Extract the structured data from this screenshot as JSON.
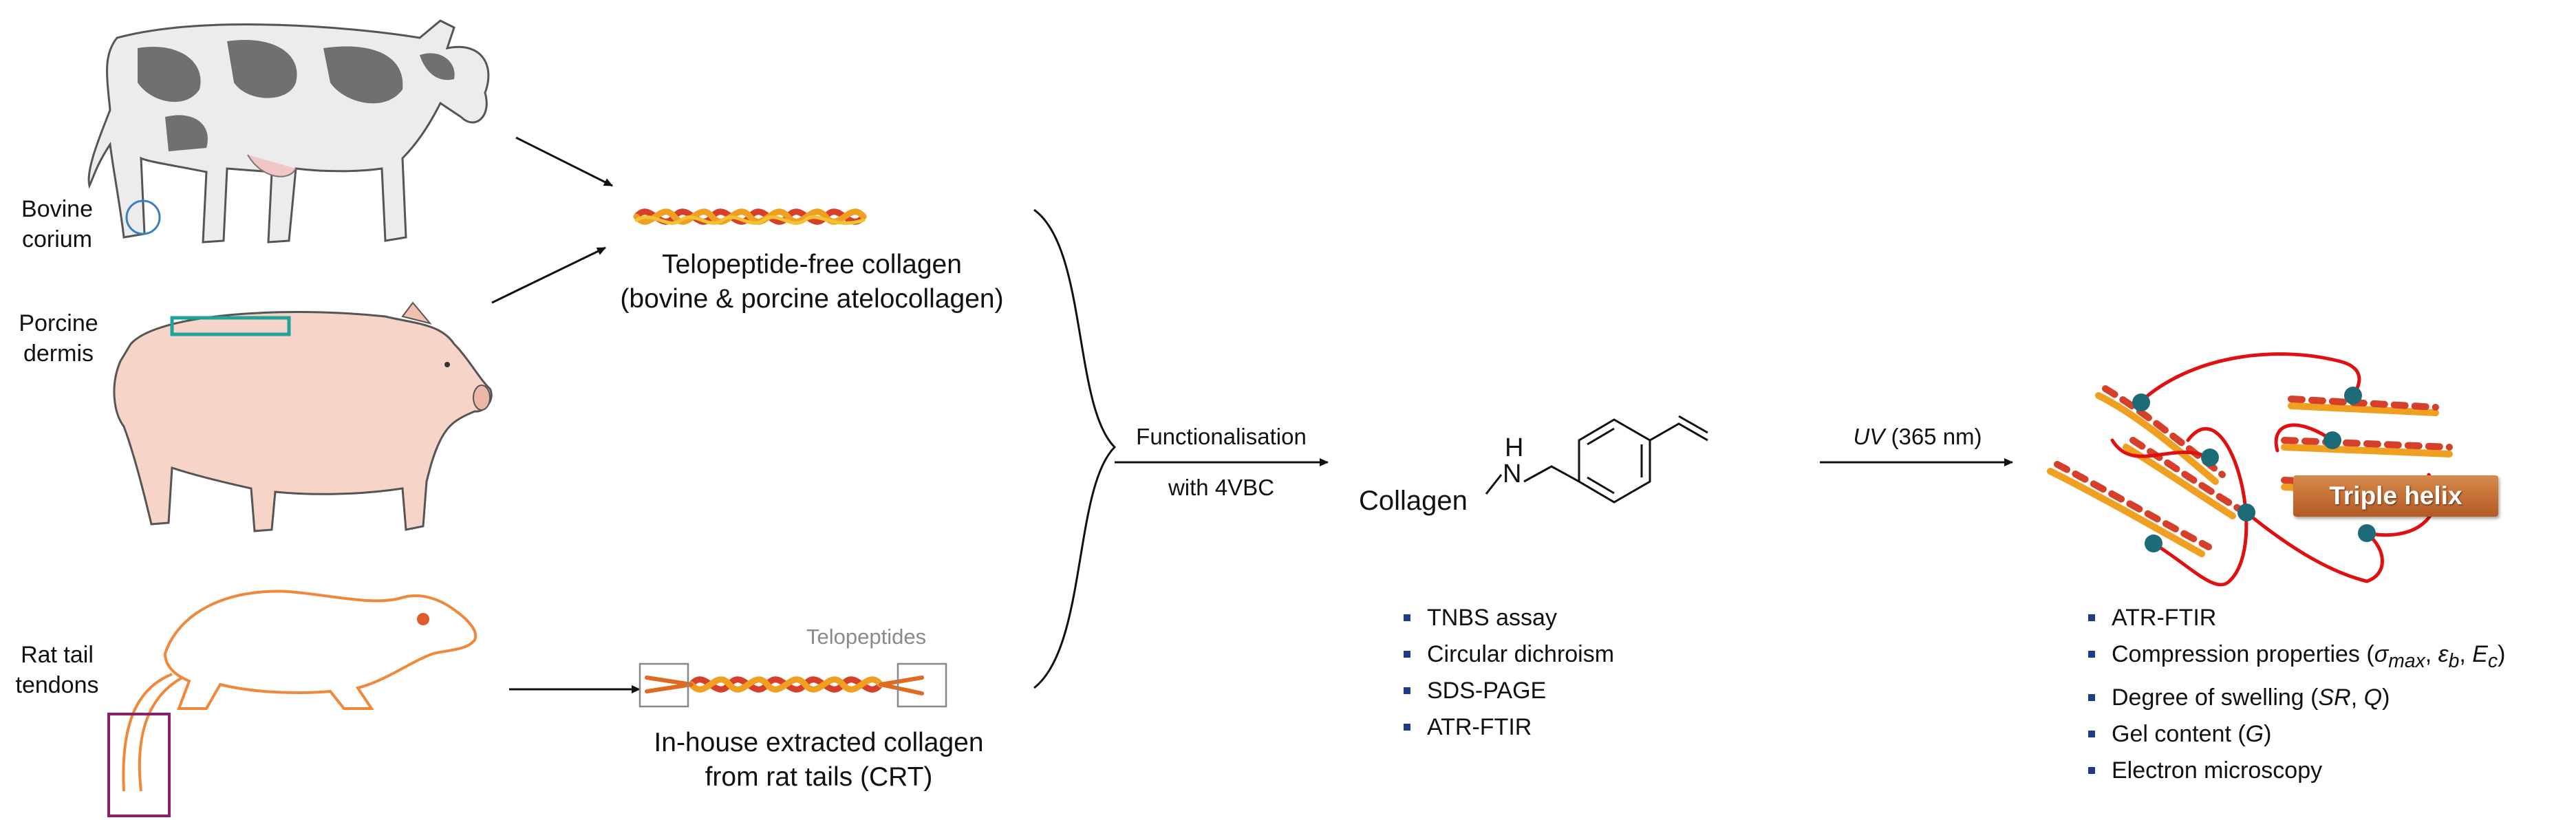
{
  "sources": {
    "bovine": "Bovine\ncorium",
    "porcine": "Porcine\ndermis",
    "rat": "Rat tail\ntendons"
  },
  "collagen": {
    "atelo_title": "Telopeptide-free collagen",
    "atelo_sub": "(bovine & porcine atelocollagen)",
    "telopeptides": "Telopeptides",
    "crt_title": "In-house extracted collagen",
    "crt_sub": "from rat tails (CRT)"
  },
  "reaction": {
    "functionalisation": "Functionalisation",
    "reagent": "with 4VBC",
    "product_label": "Collagen",
    "nh_h": "H",
    "nh_n": "N",
    "uv_italic": "UV",
    "uv_rest": " (365 nm)",
    "triple_helix": "Triple helix"
  },
  "characterisation_product": [
    "TNBS assay",
    "Circular dichroism",
    "SDS-PAGE",
    "ATR-FTIR"
  ],
  "characterisation_network": {
    "ftir": "ATR-FTIR",
    "compression_prefix": "Compression properties (",
    "sigma": "σ",
    "sigma_sub": "max",
    "eps": "ε",
    "eps_sub": "b",
    "E": "E",
    "E_sub": "c",
    "compression_suffix": ")",
    "swelling_prefix": "Degree of swelling (",
    "SR": "SR",
    "Q": "Q",
    "swelling_suffix": ")",
    "gel_prefix": "Gel content (",
    "G": "G",
    "gel_suffix": ")",
    "microscopy": "Electron microscopy"
  },
  "colors": {
    "helix_orange": "#f0a020",
    "helix_red": "#d6402a",
    "helix_yellow": "#f2c230",
    "crosslink_red": "#e01010",
    "cap_teal": "#1e6b78",
    "cow_spot": "#6f6f6f",
    "pig_pink": "#f6d5c8",
    "rat_outline": "#f0883c",
    "bovine_circle": "#3a7fc0",
    "porcine_rect": "#1fa39a",
    "rat_rect": "#8a1f6a",
    "bullet": "#1f3c88"
  }
}
